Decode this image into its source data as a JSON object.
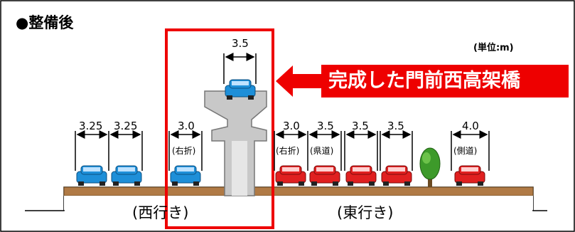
{
  "title": "●整備後",
  "unit_label": "(単位:m)",
  "completed_label": "完成した門前西高架橋",
  "viaduct_lane_width": "3.5",
  "west_lanes": [
    {
      "width": "3.25",
      "note": ""
    },
    {
      "width": "3.25",
      "note": ""
    },
    {
      "width": "3.0",
      "note": "(右折)"
    }
  ],
  "east_lanes": [
    {
      "width": "3.0",
      "note": "(右折)"
    },
    {
      "width": "3.5",
      "note": "(県道)"
    },
    {
      "width": "3.5",
      "note": ""
    },
    {
      "width": "3.5",
      "note": ""
    },
    {
      "width": "4.0",
      "note": "(側道)"
    }
  ],
  "direction_west": "(西行き)",
  "direction_east": "(東行き)",
  "colors": {
    "frame": "#000000",
    "highlight": "#ee0000",
    "ground": "#b07a45",
    "pier": "#c8c8c8",
    "car_west": "#1e8fd8",
    "car_east": "#e02020",
    "tree": "#3d9a2a"
  }
}
